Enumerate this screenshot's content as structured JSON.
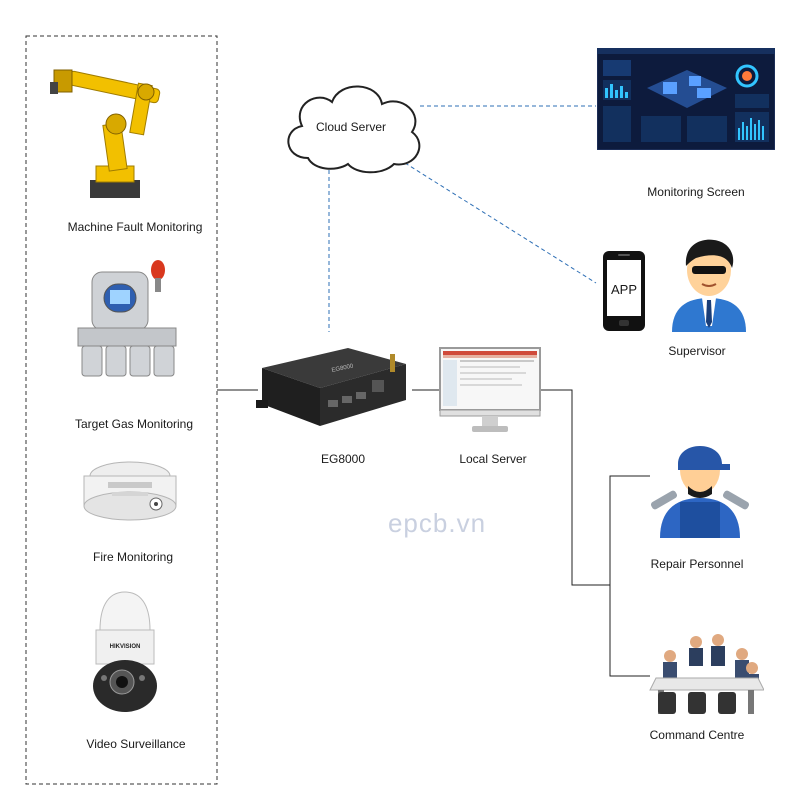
{
  "devices": {
    "machine_fault": "Machine Fault Monitoring",
    "target_gas": "Target Gas Monitoring",
    "fire": "Fire Monitoring",
    "video": "Video Surveillance"
  },
  "cloud": {
    "label": "Cloud Server"
  },
  "gateway": {
    "label": "EG8000"
  },
  "local_server": {
    "label": "Local Server"
  },
  "monitoring_screen": {
    "label": "Monitoring Screen"
  },
  "phone": {
    "app_label": "APP"
  },
  "supervisor": {
    "label": "Supervisor"
  },
  "repair": {
    "label": "Repair Personnel"
  },
  "command": {
    "label": "Command Centre"
  },
  "watermark": "epcb.vn",
  "icons": [
    "industrial-robot-arm-icon",
    "gas-detector-icon",
    "smoke-detector-icon",
    "ptz-camera-icon",
    "cloud-icon",
    "gateway-router-icon",
    "monitor-icon",
    "dashboard-screen-icon",
    "smartphone-icon",
    "supervisor-person-icon",
    "repair-worker-icon",
    "meeting-table-icon"
  ],
  "colors": {
    "dashed_link": "#2e6fb5",
    "solid_link": "#222222",
    "robot": "#f2c000",
    "screen_bg": "#0d1b3d"
  }
}
